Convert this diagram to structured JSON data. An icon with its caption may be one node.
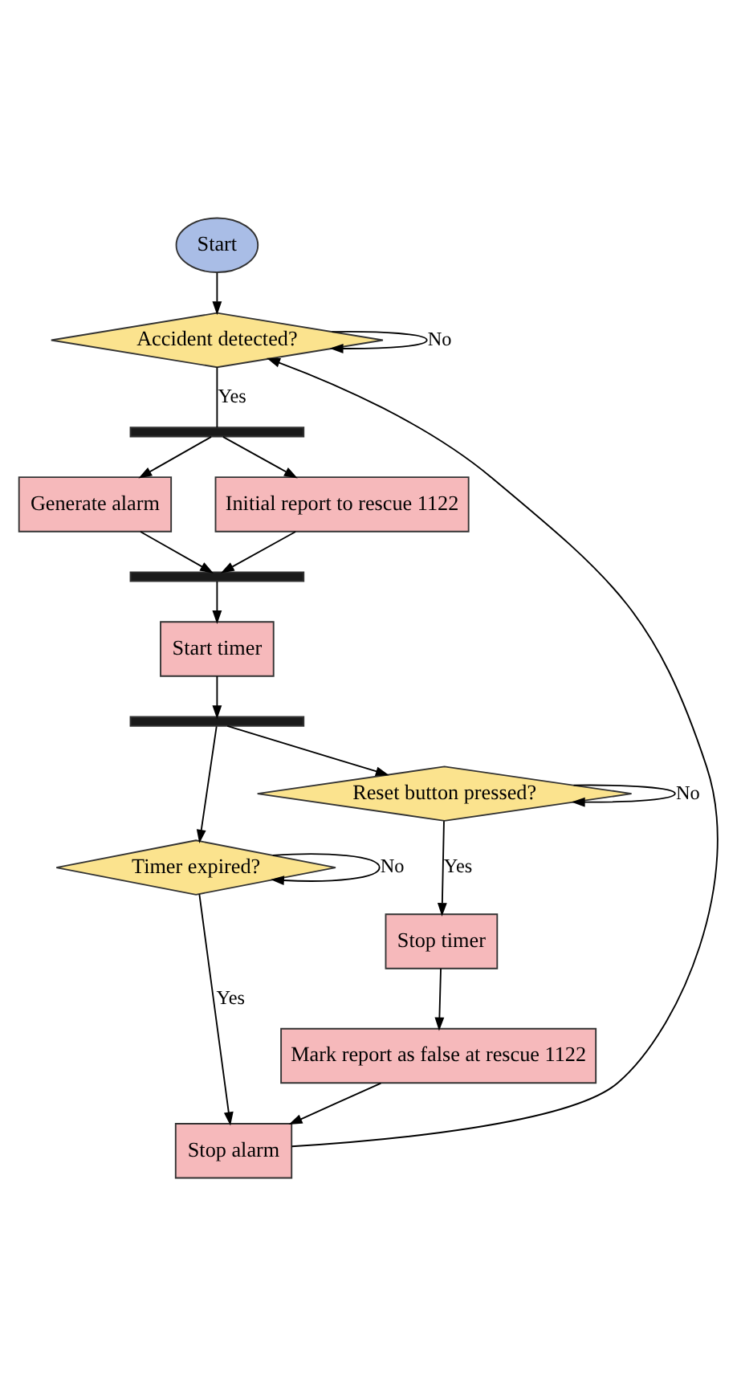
{
  "diagram": {
    "nodes": [
      {
        "text": [
          "Start"
        ]
      },
      {
        "text": [
          "Accident detected?"
        ]
      },
      {
        "text": [],
        "shape": "bar"
      },
      {
        "text": [
          "Generate alarm"
        ]
      },
      {
        "text": [
          "Initial report to rescue 1122"
        ]
      },
      {
        "text": [],
        "shape": "bar"
      },
      {
        "text": [
          "Start timer"
        ]
      },
      {
        "text": [],
        "shape": "bar"
      },
      {
        "text": [
          "Timer expired?"
        ]
      },
      {
        "text": [
          "Reset button pressed?"
        ]
      },
      {
        "text": [
          "Stop timer"
        ]
      },
      {
        "text": [
          "Mark report as false at rescue 1122"
        ]
      },
      {
        "text": [
          "Stop alarm"
        ]
      }
    ],
    "edges": [
      {
        "from": 0,
        "to": 1,
        "arrow": "to"
      },
      {
        "from": 1,
        "to": 1,
        "arrow": "to",
        "label": "No"
      },
      {
        "from": 1,
        "to": 2,
        "arrow": "none",
        "label": "Yes"
      },
      {
        "from": 2,
        "to": 3,
        "arrow": "to"
      },
      {
        "from": 2,
        "to": 4,
        "arrow": "to"
      },
      {
        "from": 3,
        "to": 5,
        "arrow": "to"
      },
      {
        "from": 4,
        "to": 5,
        "arrow": "to"
      },
      {
        "from": 5,
        "to": 6,
        "arrow": "to"
      },
      {
        "from": 6,
        "to": 7,
        "arrow": "to"
      },
      {
        "from": 7,
        "to": 8,
        "arrow": "to"
      },
      {
        "from": 7,
        "to": 9,
        "arrow": "to"
      },
      {
        "from": 8,
        "to": 8,
        "arrow": "to",
        "label": "No"
      },
      {
        "from": 9,
        "to": 9,
        "arrow": "to",
        "label": "No"
      },
      {
        "from": 9,
        "to": 10,
        "arrow": "to",
        "label": "Yes"
      },
      {
        "from": 10,
        "to": 11,
        "arrow": "to"
      },
      {
        "from": 8,
        "to": 12,
        "arrow": "to",
        "label": "Yes"
      },
      {
        "from": 11,
        "to": 12,
        "arrow": "to"
      },
      {
        "from": 12,
        "to": 1,
        "arrow": "to"
      }
    ]
  }
}
